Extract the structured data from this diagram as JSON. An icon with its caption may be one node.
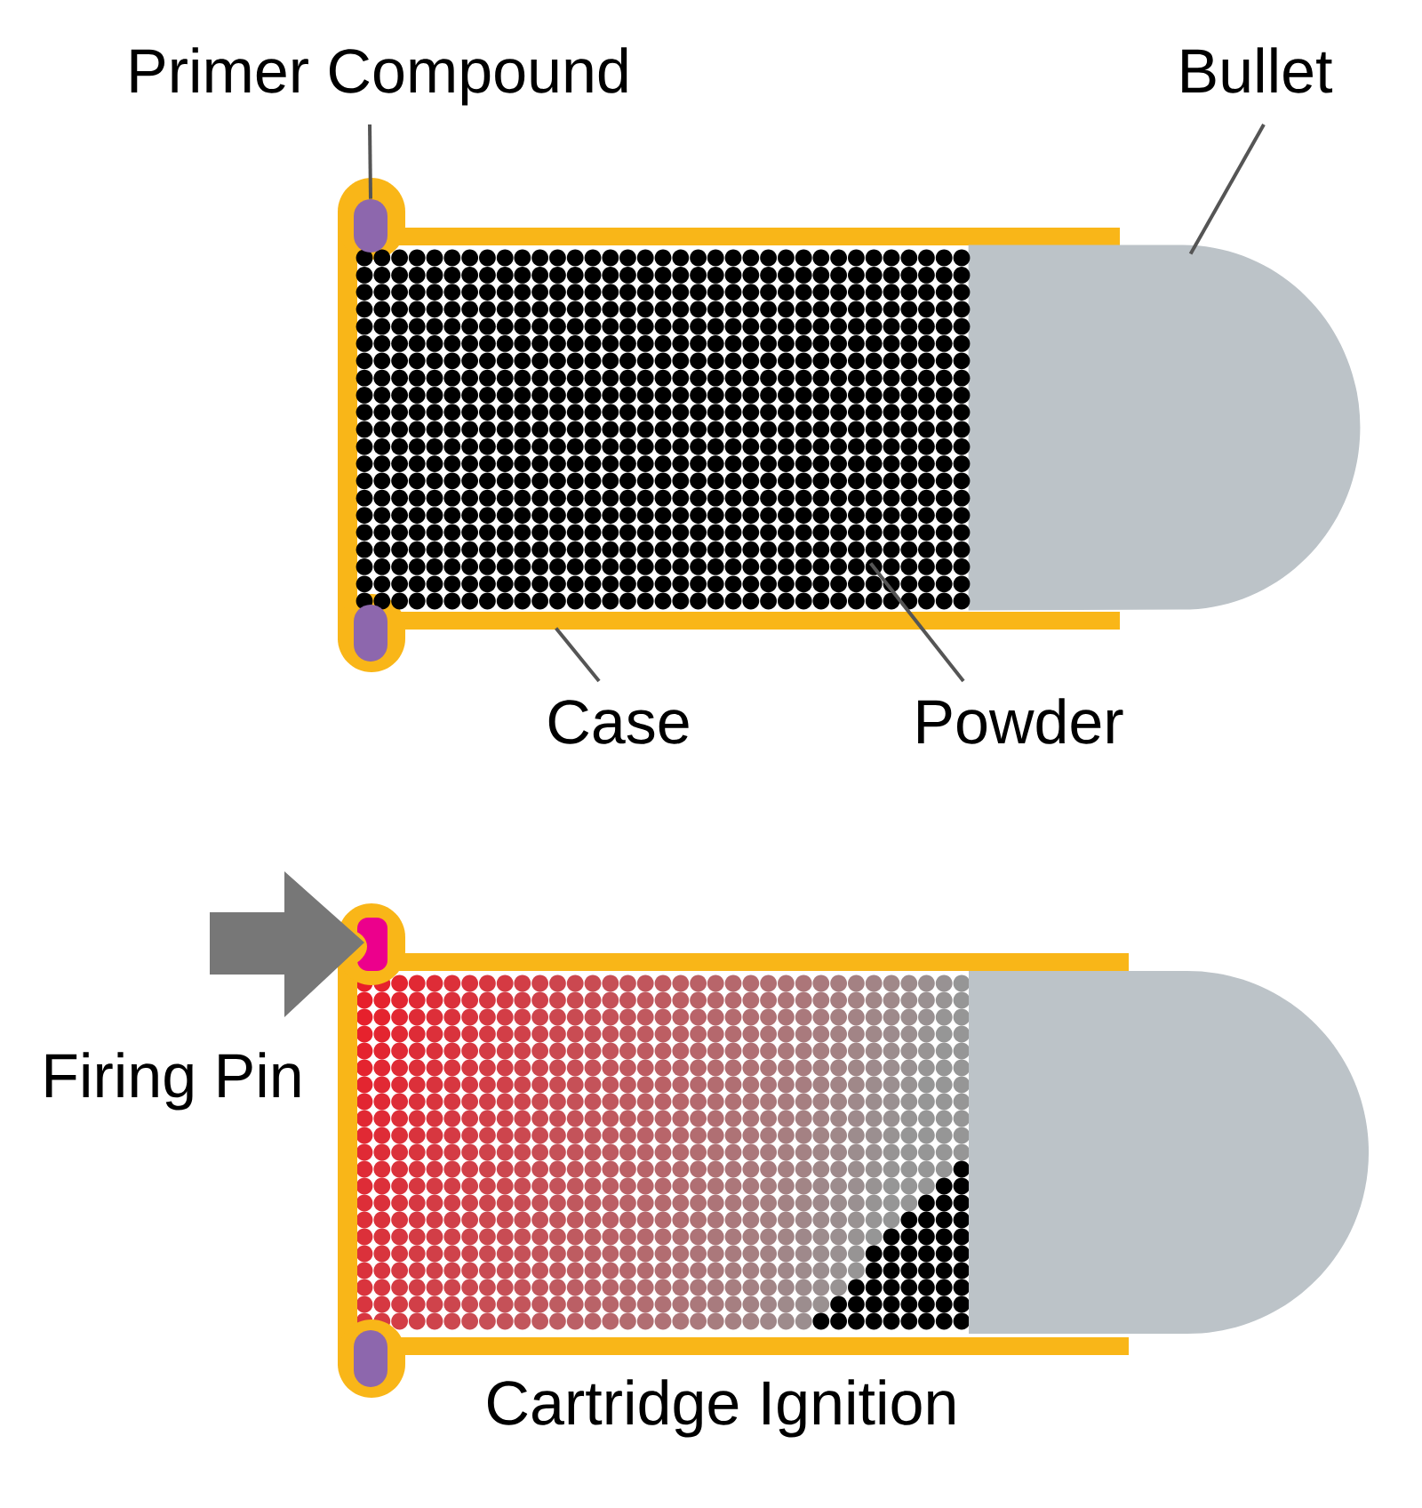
{
  "diagram": {
    "nodes": [
      {
        "text": [
          "Primer Compound"
        ]
      },
      {
        "text": [],
        "shape": "box",
        "in": 5
      },
      {
        "text": [
          "Bullet"
        ]
      },
      {
        "text": [],
        "shape": "box"
      },
      {
        "text": [
          "Case"
        ]
      },
      {
        "text": [],
        "shape": "picture"
      },
      {
        "text": [
          "Powder"
        ]
      },
      {
        "text": [],
        "shape": "picture",
        "in": 5
      }
    ],
    "edges": [
      {
        "from": 0,
        "to": 1,
        "arrow": "none"
      },
      {
        "from": 2,
        "to": 3,
        "arrow": "none"
      },
      {
        "from": 4,
        "to": 5,
        "arrow": "none"
      },
      {
        "from": 6,
        "to": 7,
        "arrow": "none"
      }
    ],
    "labels": [
      "Firing Pin",
      "Cartridge Ignition"
    ]
  }
}
